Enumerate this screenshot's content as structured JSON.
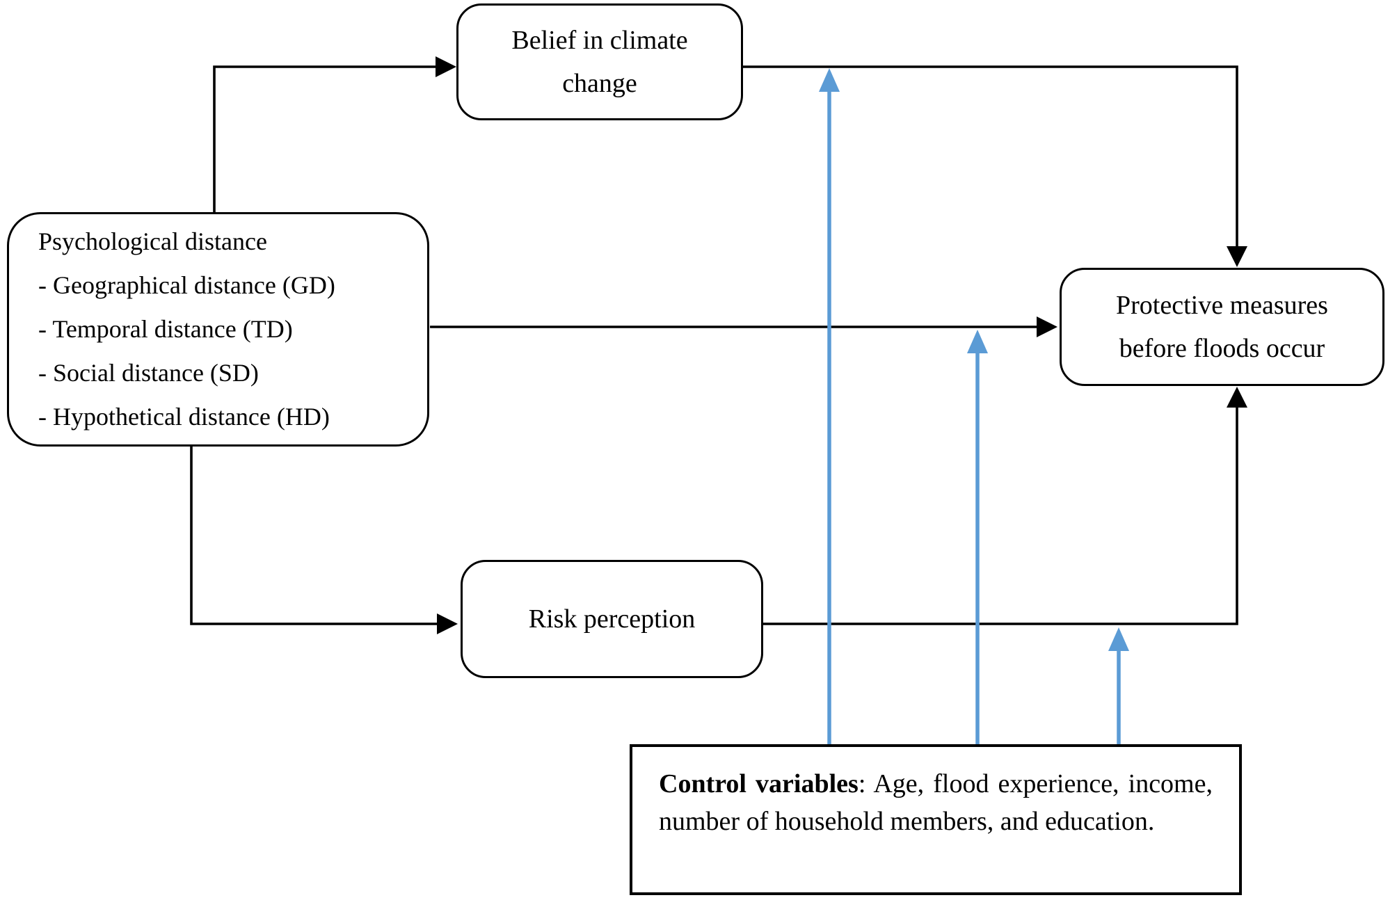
{
  "figure": {
    "type": "conceptual-model-diagram",
    "description": "Path model linking psychological distance to flood-protective behaviour"
  },
  "colors": {
    "accent_blue": "#5B9BD5",
    "line_black": "#000000",
    "background": "#ffffff"
  },
  "boxes": {
    "belief": {
      "label": "Belief in climate change"
    },
    "psychological": {
      "title": "Psychological distance",
      "items": [
        "- Geographical distance (GD)",
        "- Temporal distance (TD)",
        "- Social distance (SD)",
        "- Hypothetical distance (HD)"
      ]
    },
    "protective": {
      "label": "Protective measures before floods occur"
    },
    "risk": {
      "label": "Risk perception"
    },
    "control": {
      "label_bold": "Control variables",
      "label_rest": ": Age, flood experience, income, number of household members, and education."
    }
  },
  "connectors": [
    {
      "from": "psychological-distance",
      "to": "belief-in-climate-change",
      "style": "black-arrow"
    },
    {
      "from": "psychological-distance",
      "to": "protective-measures",
      "style": "black-arrow"
    },
    {
      "from": "psychological-distance",
      "to": "risk-perception",
      "style": "black-arrow"
    },
    {
      "from": "belief-in-climate-change",
      "to": "protective-measures",
      "style": "black-arrow"
    },
    {
      "from": "risk-perception",
      "to": "protective-measures",
      "style": "black-arrow"
    },
    {
      "from": "control-variables",
      "to": "belief-to-protective-path",
      "style": "blue-arrow"
    },
    {
      "from": "control-variables",
      "to": "psychological-to-protective-path",
      "style": "blue-arrow"
    },
    {
      "from": "control-variables",
      "to": "risk-to-protective-path",
      "style": "blue-arrow"
    }
  ]
}
